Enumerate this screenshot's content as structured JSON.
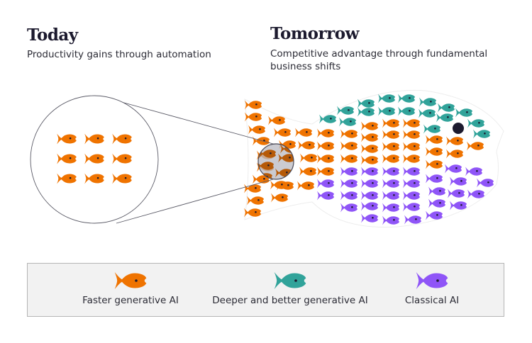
{
  "today": {
    "title": "Today",
    "subtitle": "Productivity gains through automation"
  },
  "tomorrow": {
    "title": "Tomorrow",
    "subtitle": "Competitive advantage through fundamental business shifts"
  },
  "colors": {
    "faster_generative_ai": "#ef7300",
    "deeper_generative_ai": "#31a39a",
    "classical_ai": "#8f55f7",
    "eye": "#1c1a2e",
    "magnifier_line": "#5a5a66"
  },
  "zoom_view": {
    "fish_rows": 3,
    "fish_cols": 3,
    "category": "faster_generative_ai"
  },
  "legend": {
    "items": [
      {
        "label": "Faster generative AI",
        "category": "faster_generative_ai",
        "icon": "fish-icon"
      },
      {
        "label": "Deeper and better generative AI",
        "category": "deeper_generative_ai",
        "icon": "fish-icon"
      },
      {
        "label": "Classical AI",
        "category": "classical_ai",
        "icon": "fish-icon"
      }
    ]
  }
}
